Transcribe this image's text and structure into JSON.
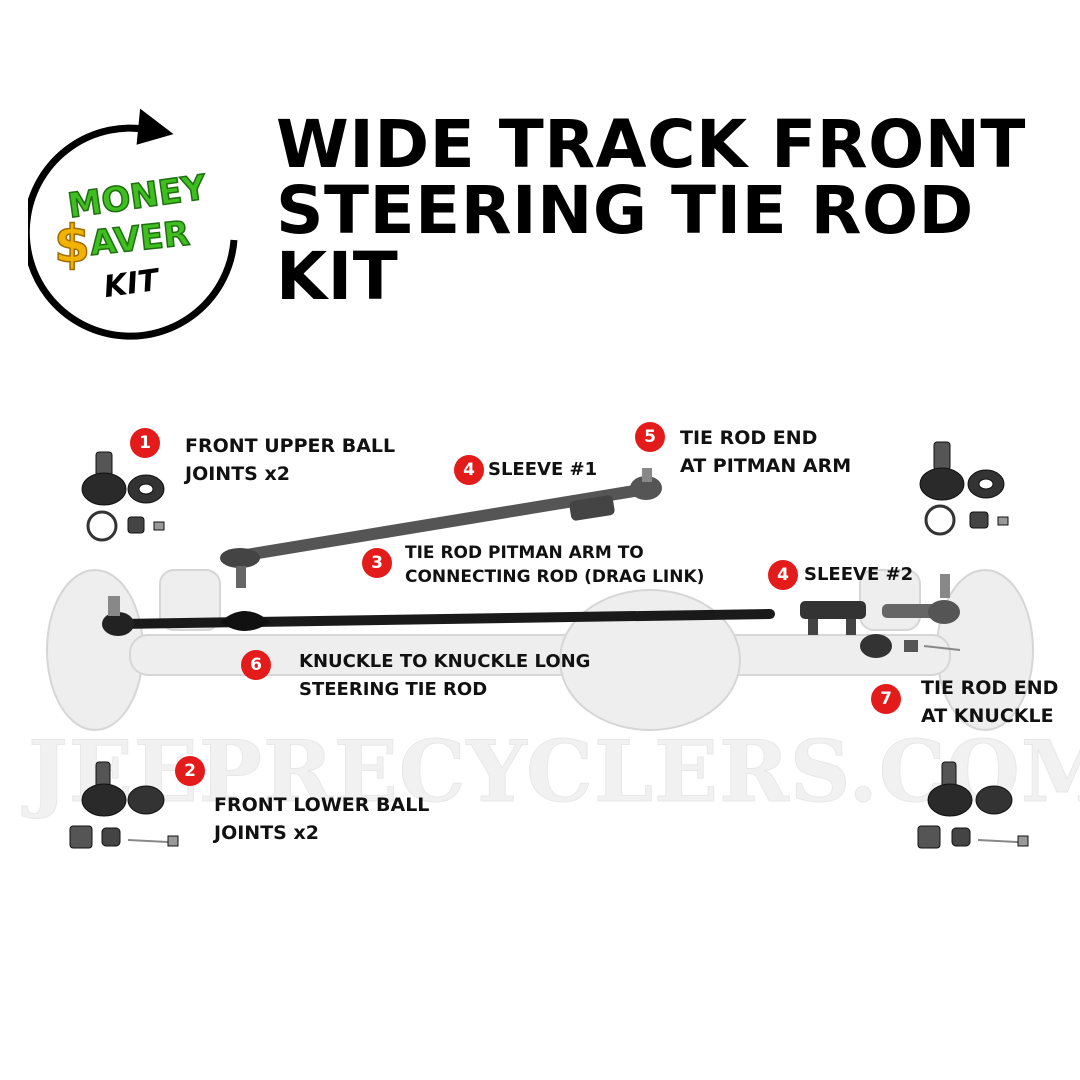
{
  "logo": {
    "line1": "MONEY",
    "dollar": "$",
    "line2": "AVER",
    "line3": "KIT"
  },
  "title": {
    "line1": "WIDE TRACK FRONT",
    "line2": "STEERING TIE ROD",
    "line3": "KIT"
  },
  "watermark": "JEEPRECYCLERS.COM",
  "parts": [
    {
      "number": "1",
      "line1": "FRONT UPPER BALL",
      "line2": "JOINTS x2"
    },
    {
      "number": "2",
      "line1": "FRONT LOWER BALL",
      "line2": "JOINTS x2"
    },
    {
      "number": "3",
      "line1": "TIE ROD PITMAN ARM TO",
      "line2": "CONNECTING ROD (DRAG LINK)"
    },
    {
      "number": "4",
      "line1": "SLEEVE #1"
    },
    {
      "number": "5",
      "line1": "TIE ROD END",
      "line2": "AT PITMAN ARM"
    },
    {
      "number": "4",
      "line1": "SLEEVE #2"
    },
    {
      "number": "6",
      "line1": "KNUCKLE TO KNUCKLE LONG",
      "line2": "STEERING TIE ROD"
    },
    {
      "number": "7",
      "line1": "TIE ROD END",
      "line2": "AT KNUCKLE"
    }
  ],
  "colors": {
    "badge": "#e31b1b",
    "logo_green": "#3fbf1f",
    "logo_gold": "#f0b400",
    "text": "#111111"
  }
}
